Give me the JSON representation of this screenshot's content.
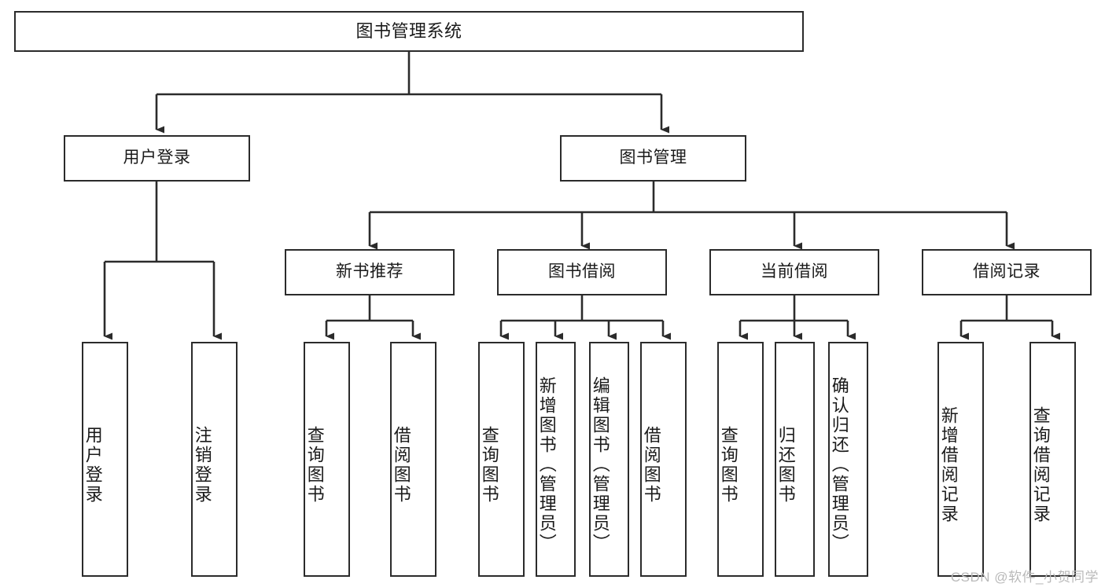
{
  "diagram": {
    "title": "图书管理系统",
    "type": "tree-hierarchy-diagram",
    "watermark": "CSDN @软件_小贺同学",
    "colors": {
      "box_border": "#2b2b2b",
      "box_fill": "#ffffff",
      "connector": "#2b2b2b",
      "text": "#1a1a1a",
      "watermark": "#b9b9b9",
      "background": "#ffffff"
    },
    "nodes": {
      "root": {
        "label": "图书管理系统"
      },
      "level2": [
        {
          "id": "user-login",
          "label": "用户登录"
        },
        {
          "id": "book-management",
          "label": "图书管理"
        }
      ],
      "level3": [
        {
          "id": "new-book-recommend",
          "label": "新书推荐"
        },
        {
          "id": "book-borrow",
          "label": "图书借阅"
        },
        {
          "id": "current-borrow",
          "label": "当前借阅"
        },
        {
          "id": "borrow-record",
          "label": "借阅记录"
        }
      ],
      "leaves": {
        "user-login": [
          {
            "id": "leaf-user-login",
            "label": "用户登录"
          },
          {
            "id": "leaf-logout-login",
            "label": "注销登录"
          }
        ],
        "new-book-recommend": [
          {
            "id": "leaf-query-book-1",
            "label": "查询图书"
          },
          {
            "id": "leaf-borrow-book-1",
            "label": "借阅图书"
          }
        ],
        "book-borrow": [
          {
            "id": "leaf-query-book-2",
            "label": "查询图书"
          },
          {
            "id": "leaf-add-book-admin",
            "label": "新增图书（管理员）"
          },
          {
            "id": "leaf-edit-book-admin",
            "label": "编辑图书（管理员）"
          },
          {
            "id": "leaf-borrow-book-2",
            "label": "借阅图书"
          }
        ],
        "current-borrow": [
          {
            "id": "leaf-query-book-3",
            "label": "查询图书"
          },
          {
            "id": "leaf-return-book",
            "label": "归还图书"
          },
          {
            "id": "leaf-confirm-return-admin",
            "label": "确认归还（管理员）"
          }
        ],
        "borrow-record": [
          {
            "id": "leaf-add-borrow-record",
            "label": "新增借阅记录"
          },
          {
            "id": "leaf-query-borrow-record",
            "label": "查询借阅记录"
          }
        ]
      }
    }
  }
}
